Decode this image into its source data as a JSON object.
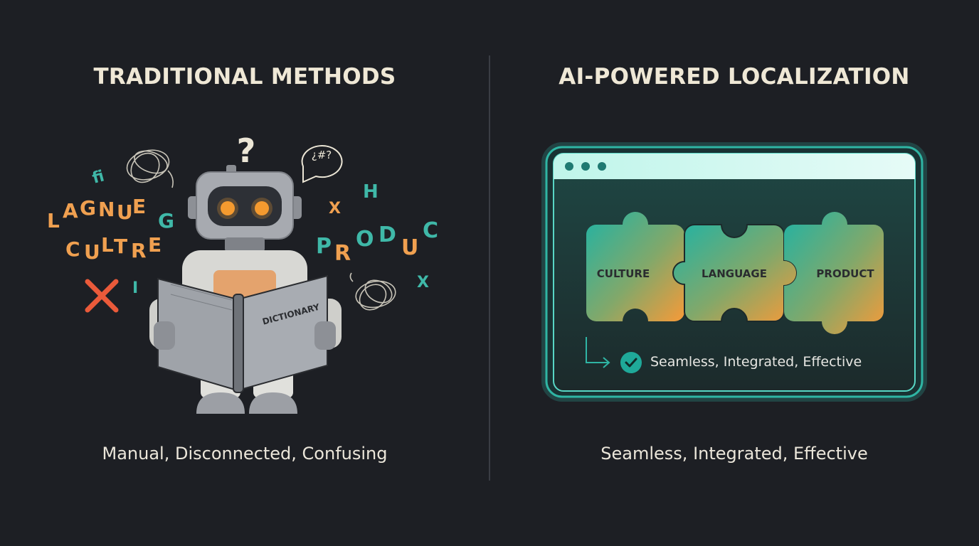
{
  "left": {
    "title": "TRADITIONAL METHODS",
    "caption": "Manual, Disconnected, Confusing",
    "book_label": "DICTIONARY",
    "question_mark": "?",
    "speech_symbols": "¿#?",
    "scrambled_words": [
      {
        "text": "LAGNUEG",
        "color": "#f0a050"
      },
      {
        "text": "CULTRE",
        "color": "#f0a050"
      },
      {
        "text": "PRODUC",
        "color": "#3fb8a8"
      }
    ],
    "stray_letters": [
      "ﬁ",
      "H",
      "X",
      "X",
      "I"
    ]
  },
  "right": {
    "title": "AI-POWERED LOCALIZATION",
    "caption": "Seamless, Integrated, Effective",
    "puzzle_pieces": [
      "CULTURE",
      "LANGUAGE",
      "PRODUCT"
    ],
    "result_text": "Seamless, Integrated, Effective"
  },
  "colors": {
    "background": "#1d1f24",
    "teal": "#2fb5a4",
    "orange": "#f39a3f",
    "error_x": "#ea5a3a"
  }
}
